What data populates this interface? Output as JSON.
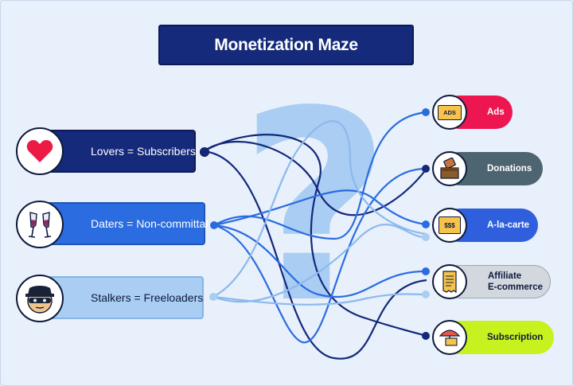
{
  "title": "Monetization Maze",
  "user_types": [
    {
      "label": "Lovers = Subscribers",
      "icon": "heart-icon",
      "color": "#152a7a"
    },
    {
      "label": "Daters = Non-committal",
      "icon": "champagne-glasses-icon",
      "color": "#2b6de0"
    },
    {
      "label": "Stalkers = Freeloaders",
      "icon": "masked-face-icon",
      "color": "#a9cdf3"
    }
  ],
  "models": [
    {
      "label": "Ads",
      "icon_text": "ADS",
      "icon": "ads-icon",
      "color": "#ee1650"
    },
    {
      "label": "Donations",
      "icon": "donation-box-icon",
      "color": "#4d6471"
    },
    {
      "label": "A-la-carte",
      "icon_text": "$$$",
      "icon": "price-tag-icon",
      "color": "#2f5fdd"
    },
    {
      "label_line1": "Affiliate",
      "label_line2": "E-commerce",
      "icon": "receipt-icon",
      "color": "#d3d8df"
    },
    {
      "label": "Subscription",
      "icon": "umbrella-bill-icon",
      "color": "#c8f21f"
    }
  ],
  "background_glyph": "?"
}
